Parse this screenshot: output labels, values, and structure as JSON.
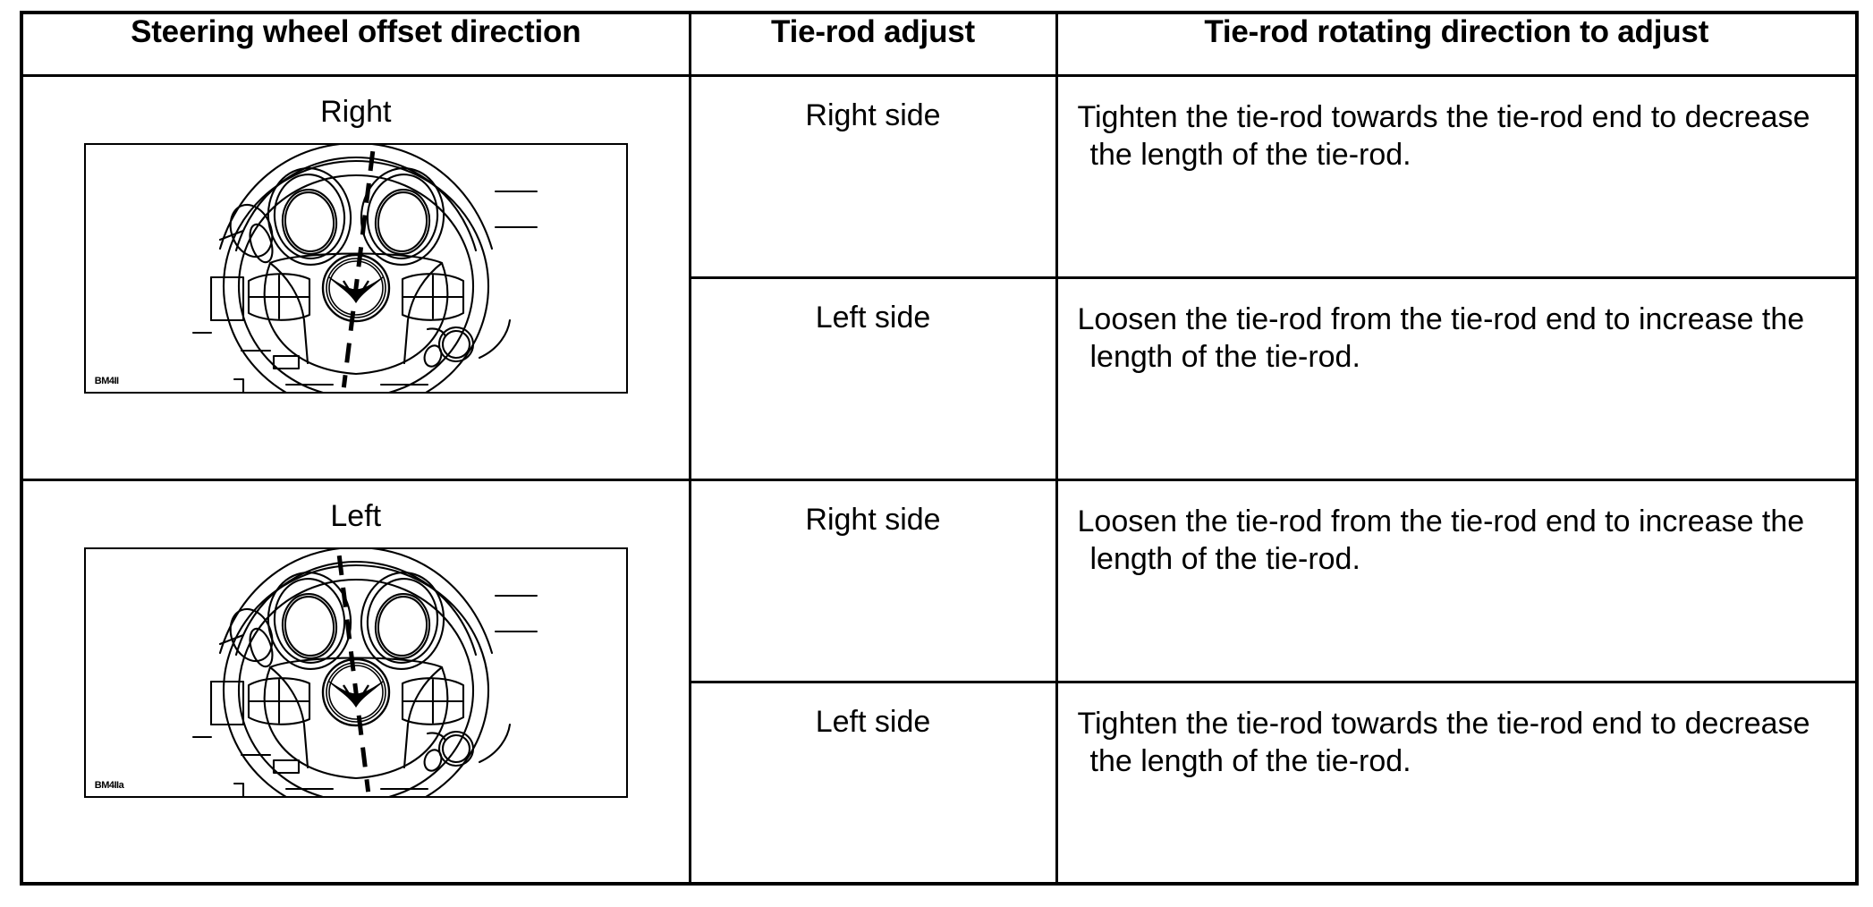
{
  "table": {
    "headers": [
      "Steering wheel offset direction",
      "Tie-rod adjust",
      "Tie-rod rotating direction to adjust"
    ],
    "groups": [
      {
        "direction_label": "Right",
        "illustration": {
          "name": "steering-wheel-offset-right",
          "code": "BM4II",
          "centerline_tilt_deg": 7,
          "alt": "Steering wheel with dashed vertical centerline tilted to the right"
        },
        "rows": [
          {
            "tie_rod_adjust": "Right side",
            "instruction": "Tighten the tie-rod towards the tie-rod end to decrease the length of the tie-rod."
          },
          {
            "tie_rod_adjust": "Left side",
            "instruction": "Loosen the tie-rod from the tie-rod end to increase the length of the tie-rod."
          }
        ]
      },
      {
        "direction_label": "Left",
        "illustration": {
          "name": "steering-wheel-offset-left",
          "code": "BM4IIa",
          "centerline_tilt_deg": -7,
          "alt": "Steering wheel with dashed vertical centerline tilted to the left"
        },
        "rows": [
          {
            "tie_rod_adjust": "Right side",
            "instruction": "Loosen the tie-rod from the tie-rod end to increase the length of the tie-rod."
          },
          {
            "tie_rod_adjust": "Left side",
            "instruction": "Tighten the tie-rod towards the tie-rod end to decrease the length of the tie-rod."
          }
        ]
      }
    ]
  },
  "style": {
    "line_color": "#000000",
    "background": "#ffffff"
  }
}
